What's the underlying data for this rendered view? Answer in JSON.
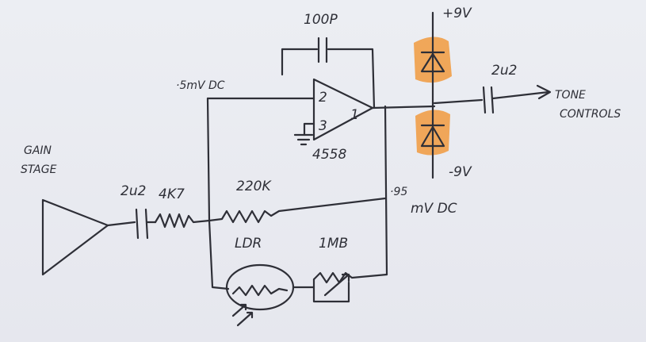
{
  "labels": {
    "cap_feedback": "100P",
    "pos_supply": "+9V",
    "neg_supply": "-9V",
    "cap_output": "2u2",
    "tone_line1": "TONE",
    "tone_line2": "CONTROLS",
    "voltage_top": "·5mV DC",
    "pin2": "2",
    "pin3": "3",
    "pin1": "1",
    "opamp": "4558",
    "gain_line1": "GAIN",
    "gain_line2": "STAGE",
    "cap_input": "2u2",
    "res_4k7": "4K7",
    "res_220k": "220K",
    "voltage_right_line1": "·95",
    "voltage_right_line2": "mV DC",
    "ldr": "LDR",
    "res_1mb": "1MB"
  },
  "colors": {
    "ink": "#2e2f37",
    "highlight": "#f19a3e",
    "paper": "#e9eaf0"
  }
}
